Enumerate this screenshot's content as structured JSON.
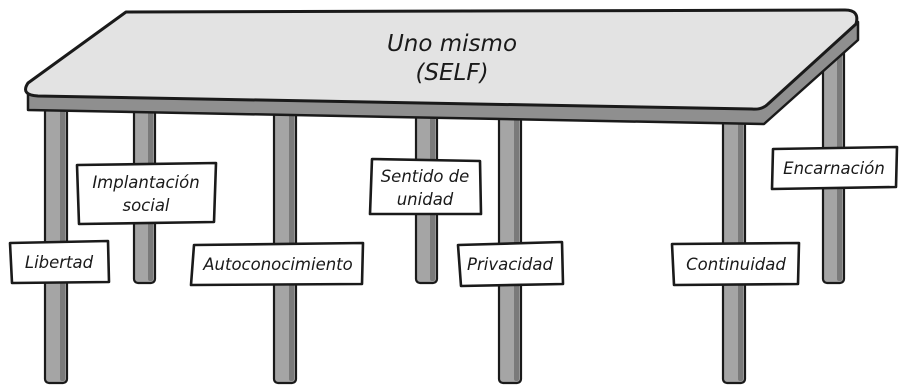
{
  "diagram": {
    "table_label": {
      "line1": "Uno mismo",
      "line2": "(SELF)"
    },
    "signs": {
      "libertad": {
        "lines": [
          "Libertad"
        ]
      },
      "implantacion_social": {
        "lines": [
          "Implantación",
          "social"
        ]
      },
      "autoconocimiento": {
        "lines": [
          "Autoconocimiento"
        ]
      },
      "sentido_de_unidad": {
        "lines": [
          "Sentido de",
          "unidad"
        ]
      },
      "privacidad": {
        "lines": [
          "Privacidad"
        ]
      },
      "continuidad": {
        "lines": [
          "Continuidad"
        ]
      },
      "encarnacion": {
        "lines": [
          "Encarnación"
        ]
      }
    },
    "colors": {
      "tabletop": "#e3e3e3",
      "tabletop_edge": "#8f8f8f",
      "leg": "#a5a5a5",
      "outline": "#1a1a1a",
      "sign": "#ffffff"
    }
  }
}
